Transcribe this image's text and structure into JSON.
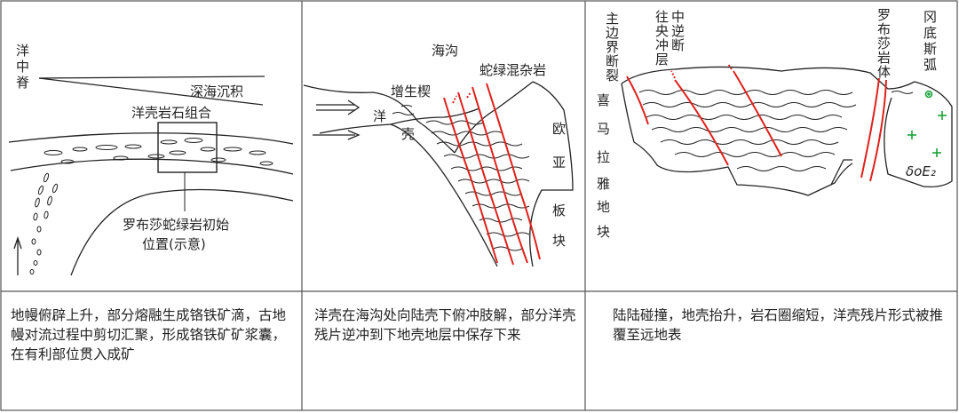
{
  "panel1": {
    "ridge_label": "洋中脊",
    "deep_sea_label": "深海沉积",
    "oceanic_crust_label": "洋壳岩石组合",
    "initial_position_label_line1": "罗布莎蛇绿岩初始",
    "initial_position_label_line2": "位置(示意)",
    "caption": "地幔俯辟上升，部分熔融生成铬铁矿滴，古地幔对流过程中剪切汇聚，形成铬铁矿矿浆囊，在有利部位贯入成矿"
  },
  "panel2": {
    "trench_label": "海沟",
    "melange_label": "蛇绿混杂岩",
    "wedge_label": "增生楔",
    "ocean_label_1": "洋",
    "ocean_label_2": "壳",
    "eurasia_label_1": "欧",
    "eurasia_label_2": "亚",
    "eurasia_label_3": "板",
    "eurasia_label_4": "块",
    "caption": "洋壳在海沟处向陆壳下俯冲肢解，部分洋壳残片逆冲到下地壳地层中保存下来"
  },
  "panel3": {
    "mbt_label": "主边界断裂",
    "mct_label": "往中央逆冲断层",
    "luobusa_label": "罗布莎岩体",
    "gangdese_label": "冈底斯弧",
    "himalaya_label_1": "喜",
    "himalaya_label_2": "马",
    "himalaya_label_3": "拉",
    "himalaya_label_4": "雅",
    "himalaya_label_5": "地",
    "himalaya_label_6": "块",
    "diorite_label": "δoE₂",
    "caption": "陆陆碰撞，地壳抬升，岩石圈缩短，洋壳残片形式被推覆至远地表"
  },
  "colors": {
    "fault": "#e0201b",
    "granite": "#1aa33a",
    "line": "#222222",
    "border": "#555555"
  }
}
